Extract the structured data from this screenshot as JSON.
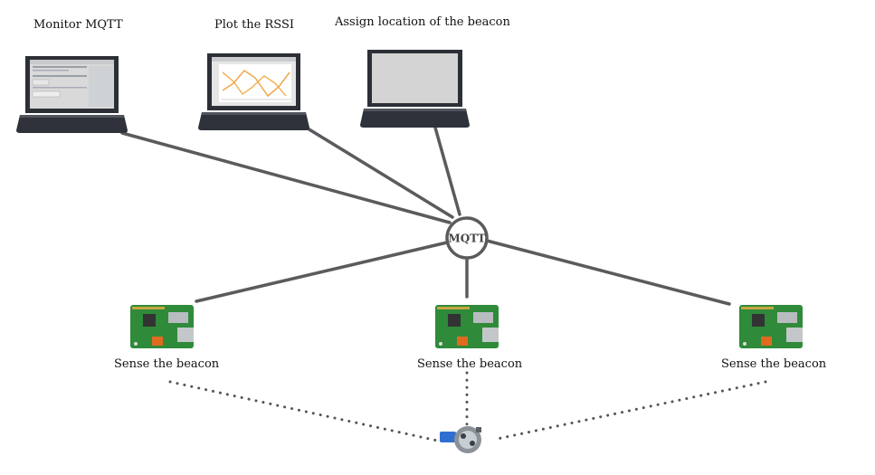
{
  "diagram": {
    "laptops": [
      {
        "label": "Monitor MQTT",
        "screen": "app-window"
      },
      {
        "label": "Plot the RSSI",
        "screen": "rssi-plot"
      },
      {
        "label": "Assign location of the beacon",
        "screen": "blank"
      }
    ],
    "hub": {
      "label": "MQTT"
    },
    "sensors": [
      {
        "label": "Sense the beacon"
      },
      {
        "label": "Sense the beacon"
      },
      {
        "label": "Sense the beacon"
      }
    ],
    "beacon": {
      "icon": "bluetooth-beacon-icon"
    },
    "colors": {
      "link": "#5a5b5d",
      "dotted": "#555555",
      "laptop_body": "#2c2f36",
      "board": "#2f8a3a",
      "plot_line_1": "#f2b45a",
      "plot_line_2": "#f0a64a"
    }
  }
}
